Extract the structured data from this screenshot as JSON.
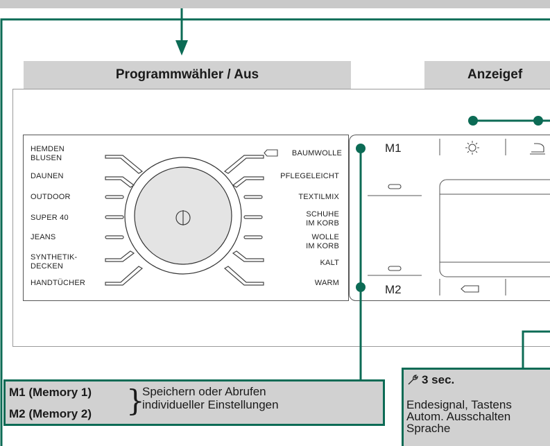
{
  "headers": {
    "selector": "Programmwähler / Aus",
    "display": "Anzeigef"
  },
  "program_left": [
    "HEMDEN\nBLUSEN",
    "DAUNEN",
    "OUTDOOR",
    "SUPER 40",
    "JEANS",
    "SYNTHETIK-\nDECKEN",
    "HANDTÜCHER"
  ],
  "program_right": [
    "BAUMWOLLE",
    "PFLEGELEICHT",
    "TEXTILMIX",
    "SCHUHE\nIM KORB",
    "WOLLE\nIM KORB",
    "KALT",
    "WARM"
  ],
  "memory_buttons": {
    "m1": "M1",
    "m2": "M2"
  },
  "icons": {
    "dial_center": "power-dial-icon",
    "baumwolle": "cotton-tag-icon",
    "brightness": "sun-icon",
    "iron": "iron-icon",
    "m2_tag": "tag-icon",
    "wrench": "wrench-icon"
  },
  "callout_memory": {
    "line1_label": "M1 (Memory 1)",
    "line2_label": "M2 (Memory 2)",
    "brace": "}",
    "desc_line1": "Speichern oder Abrufen",
    "desc_line2": "individueller Einstellungen"
  },
  "callout_settings": {
    "title": "3 sec.",
    "line1": "Endesignal, Tastens",
    "line2": "Autom. Ausschalten",
    "line3": "Sprache"
  },
  "colors": {
    "accent": "#0c6b55",
    "header_bg": "#d1d1d1"
  }
}
